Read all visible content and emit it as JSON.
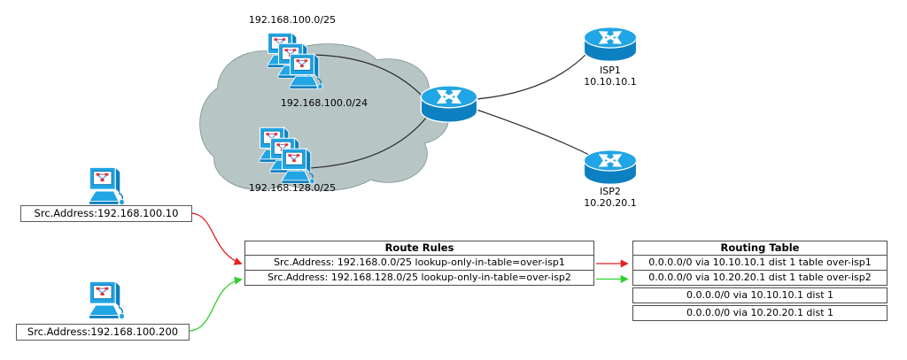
{
  "diagram": {
    "networks": {
      "subnet_top": "192.168.100.0/25",
      "cloud": "192.168.100.0/24",
      "subnet_bottom": "192.168.128.0/25"
    },
    "isp1": {
      "name": "ISP1",
      "ip": "10.10.10.1"
    },
    "isp2": {
      "name": "ISP2",
      "ip": "10.20.20.1"
    },
    "host_top": {
      "label": "Src.Address:192.168.100.10"
    },
    "host_bottom": {
      "label": "Src.Address:192.168.100.200"
    },
    "icons": {
      "router": "cisco-router-icon",
      "workstation": "workstation-icon",
      "cloud": "network-cloud-icon"
    }
  },
  "tables": {
    "route_rules": {
      "title": "Route Rules",
      "rows": [
        "Src.Address: 192.168.0.0/25 lookup-only-in-table=over-isp1",
        "Src.Address: 192.168.128.0/25 lookup-only-in-table=over-isp2"
      ]
    },
    "routing_table": {
      "title": "Routing Table",
      "rows": [
        "0.0.0.0/0 via 10.10.10.1 dist 1 table over-isp1",
        "0.0.0.0/0 via 10.20.20.1 dist 1 table over-isp2",
        "0.0.0.0/0 via 10.10.10.1 dist 1",
        "0.0.0.0/0 via 10.20.20.1 dist 1"
      ]
    }
  },
  "colors": {
    "arrow_red": "#e32222",
    "arrow_green": "#2ed02e",
    "device_blue": "#21a5e4",
    "device_blue_dark": "#0c80c0",
    "cloud_fill": "#b8c5c5",
    "cloud_stroke": "#7f9191",
    "line_black": "#2a2a2a",
    "table_border": "#4d4d4d"
  }
}
